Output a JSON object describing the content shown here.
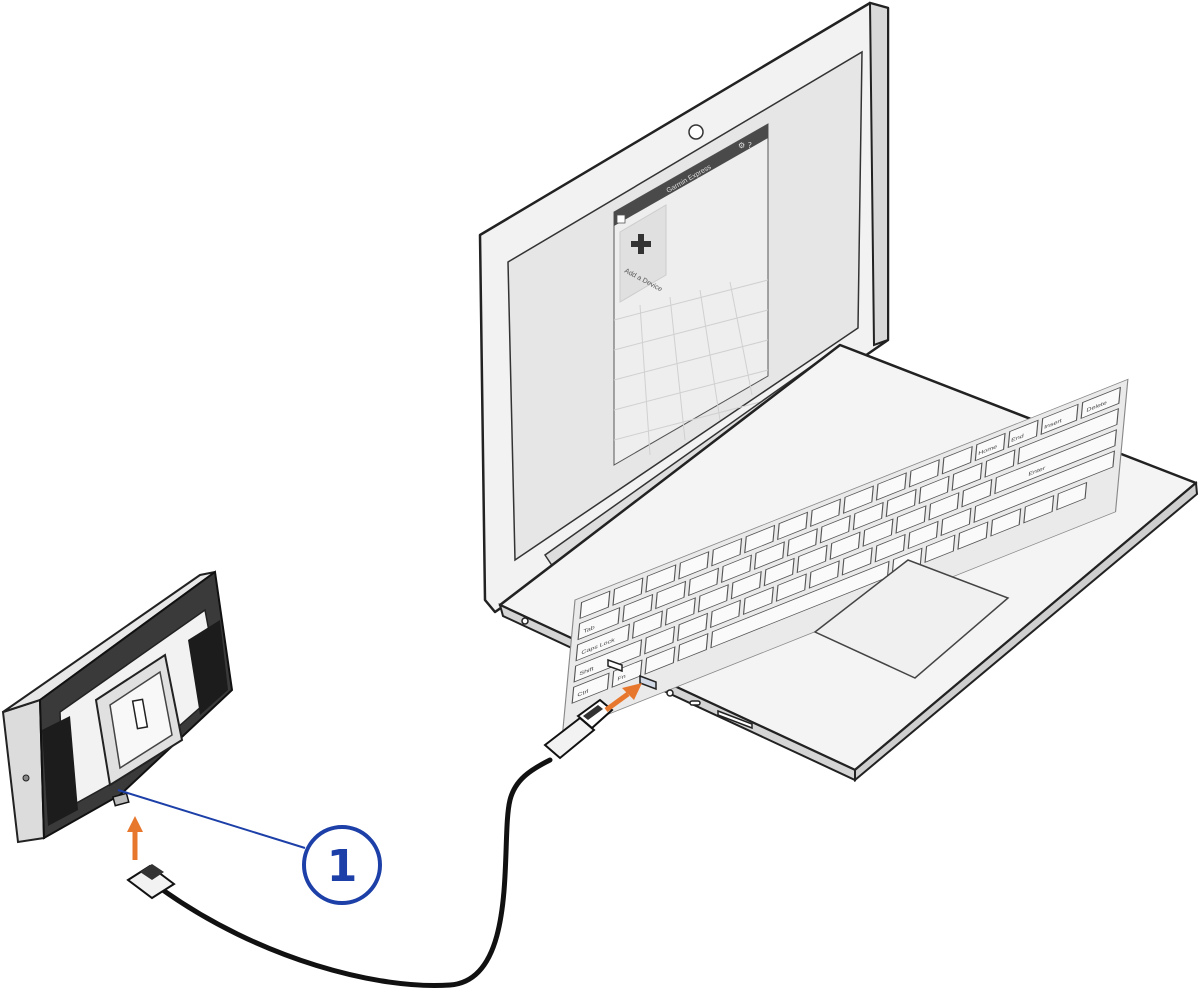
{
  "laptop_screen": {
    "app_title": "Garmin Express",
    "add_device_label": "Add a Device"
  },
  "keyboard": {
    "labels": [
      "Tab",
      "Caps Lock",
      "Shift",
      "Ctrl",
      "Fn",
      "Enter",
      "Delete",
      "Insert",
      "End",
      "Home"
    ]
  },
  "callouts": [
    {
      "number": "1",
      "target": "device-usb-port"
    }
  ],
  "colors": {
    "callout": "#1c3fa8",
    "arrow": "#e8772e",
    "cable": "#111111",
    "outline": "#222222"
  }
}
